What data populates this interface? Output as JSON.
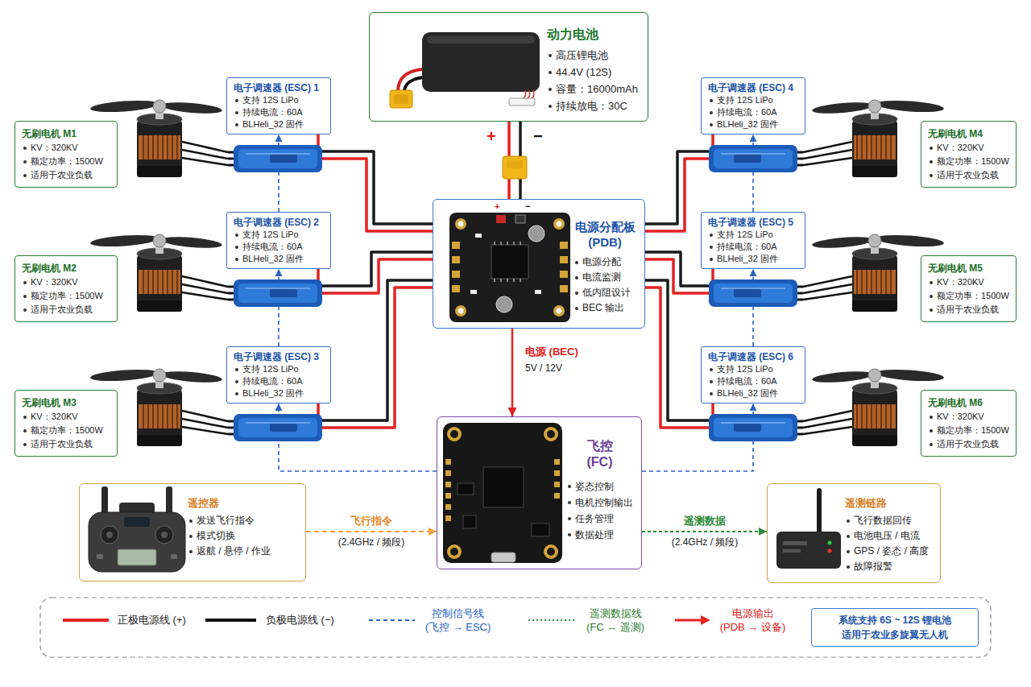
{
  "diagram": {
    "nodes": [
      {
        "text": [
          "动力电池",
          "高压锂电池",
          "44.4V (12S)",
          "容量：16000mAh",
          "持续放电：30C"
        ]
      },
      {
        "text": [
          "电子调速器 (ESC) 1",
          "支持 12S LiPo",
          "持续电流：60A",
          "BLHeli_32 固件"
        ]
      },
      {
        "text": [
          "电子调速器 (ESC) 4",
          "支持 12S LiPo",
          "持续电流：60A",
          "BLHeli_32 固件"
        ]
      },
      {
        "text": [
          "无刷电机 M1",
          "KV：320KV",
          "额定功率：1500W",
          "适用于农业负载"
        ]
      },
      {
        "text": [
          "无刷电机 M4",
          "KV：320KV",
          "额定功率：1500W",
          "适用于农业负载"
        ]
      },
      {
        "text": [
          "电源分配板 (PDB)",
          "电源分配",
          "电流监测",
          "低内阻设计",
          "BEC 输出"
        ]
      },
      {
        "text": [
          "电子调速器 (ESC) 2",
          "支持 12S LiPo",
          "持续电流：60A",
          "BLHeli_32 固件"
        ]
      },
      {
        "text": [
          "电子调速器 (ESC) 5",
          "支持 12S LiPo",
          "持续电流：60A",
          "BLHeli_32 固件"
        ]
      },
      {
        "text": [
          "无刷电机 M2",
          "KV：320KV",
          "额定功率：1500W",
          "适用于农业负载"
        ]
      },
      {
        "text": [
          "无刷电机 M5",
          "KV：320KV",
          "额定功率：1500W",
          "适用于农业负载"
        ]
      },
      {
        "text": [
          "电子调速器 (ESC) 3",
          "支持 12S LiPo",
          "持续电流：60A",
          "BLHeli_32 固件"
        ]
      },
      {
        "text": [
          "电子调速器 (ESC) 6",
          "支持 12S LiPo",
          "持续电流：60A",
          "BLHeli_32 固件"
        ]
      },
      {
        "text": [
          "无刷电机 M3",
          "KV：320KV",
          "额定功率：1500W",
          "适用于农业负载"
        ]
      },
      {
        "text": [
          "无刷电机 M6",
          "KV：320KV",
          "额定功率：1500W",
          "适用于农业负载"
        ]
      },
      {
        "text": [
          "飞控 (FC)",
          "姿态控制",
          "电机控制输出",
          "任务管理",
          "数据处理"
        ]
      },
      {
        "text": [
          "遥控器",
          "发送飞行指令",
          "模式切换",
          "返航 / 悬停 / 作业"
        ]
      },
      {
        "text": [
          "遥测链路",
          "飞行数据回传",
          "电池电压 / 电流",
          "GPS / 姿态 / 高度",
          "故障报警"
        ]
      },
      {
        "text": [
          "系统支持 6S ~ 12S 锂电池",
          "适用于农业多旋翼无人机"
        ]
      }
    ],
    "edges": [
      {
        "from": 0,
        "to": 5,
        "arrow": "none"
      },
      {
        "from": 5,
        "to": 1,
        "arrow": "none"
      },
      {
        "from": 5,
        "to": 6,
        "arrow": "none"
      },
      {
        "from": 5,
        "to": 10,
        "arrow": "none"
      },
      {
        "from": 5,
        "to": 2,
        "arrow": "none"
      },
      {
        "from": 5,
        "to": 7,
        "arrow": "none"
      },
      {
        "from": 5,
        "to": 11,
        "arrow": "none"
      },
      {
        "from": 5,
        "to": 14,
        "label": "电源 (BEC)",
        "arrow": "to"
      },
      {
        "from": 14,
        "to": 10,
        "arrow": "to"
      },
      {
        "from": 10,
        "to": 6,
        "arrow": "to"
      },
      {
        "from": 6,
        "to": 1,
        "arrow": "to"
      },
      {
        "from": 14,
        "to": 11,
        "arrow": "to"
      },
      {
        "from": 11,
        "to": 7,
        "arrow": "to"
      },
      {
        "from": 7,
        "to": 2,
        "arrow": "to"
      },
      {
        "from": 15,
        "to": 14,
        "label": "飞行指令",
        "arrow": "to"
      },
      {
        "from": 14,
        "to": 16,
        "label": "遥测数据",
        "arrow": "to"
      }
    ],
    "labels": [
      "+",
      "−",
      "+",
      "−",
      "5V / 12V",
      "(2.4GHz / 频段)",
      "(2.4GHz / 频段)"
    ],
    "legend": [
      {
        "text": "正极电源线 (+)"
      },
      {
        "text": "负极电源线 (−)"
      },
      {
        "text": "控制信号线 (飞控 → ESC)"
      },
      {
        "text": "遥测数据线 (FC ↔ 遥测)"
      },
      {
        "text": "电源输出 (PDB → 设备)"
      }
    ]
  }
}
